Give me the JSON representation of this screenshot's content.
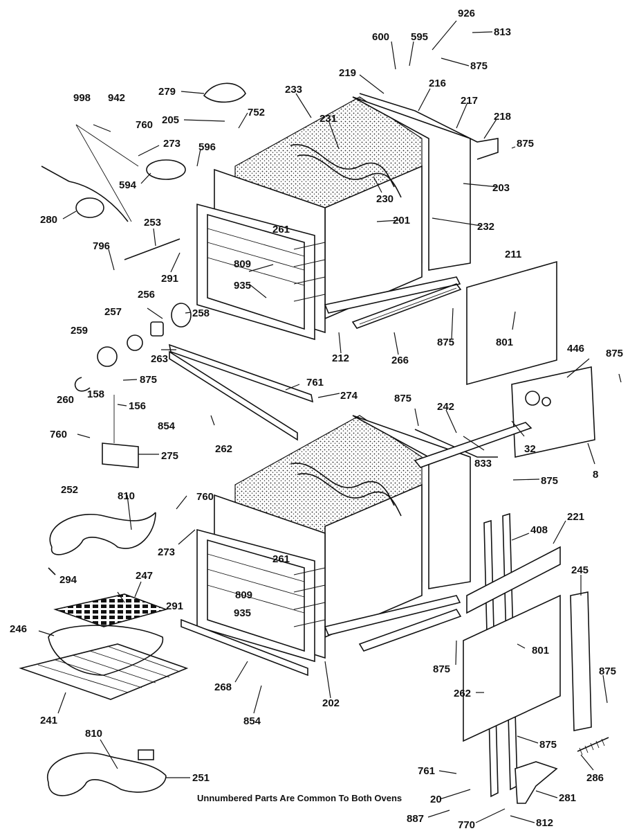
{
  "note": "Unnumbered Parts Are Common To Both Ovens",
  "callouts": [
    "600",
    "595",
    "926",
    "813",
    "875",
    "219",
    "216",
    "217",
    "218",
    "875",
    "233",
    "231",
    "279",
    "205",
    "752",
    "998",
    "942",
    "760",
    "273",
    "596",
    "594",
    "280",
    "203",
    "230",
    "201",
    "232",
    "253",
    "261",
    "796",
    "809",
    "291",
    "935",
    "211",
    "257",
    "256",
    "258",
    "259",
    "263",
    "875",
    "801",
    "212",
    "266",
    "260",
    "875",
    "158",
    "156",
    "761",
    "274",
    "446",
    "875",
    "854",
    "262",
    "760",
    "275",
    "875",
    "242",
    "32",
    "833",
    "8",
    "875",
    "252",
    "810",
    "760",
    "273",
    "261",
    "221",
    "408",
    "294",
    "291",
    "809",
    "935",
    "247",
    "245",
    "246",
    "801",
    "875",
    "875",
    "268",
    "202",
    "262",
    "241",
    "854",
    "875",
    "810",
    "251",
    "286",
    "761",
    "20",
    "281",
    "887",
    "770",
    "812"
  ]
}
